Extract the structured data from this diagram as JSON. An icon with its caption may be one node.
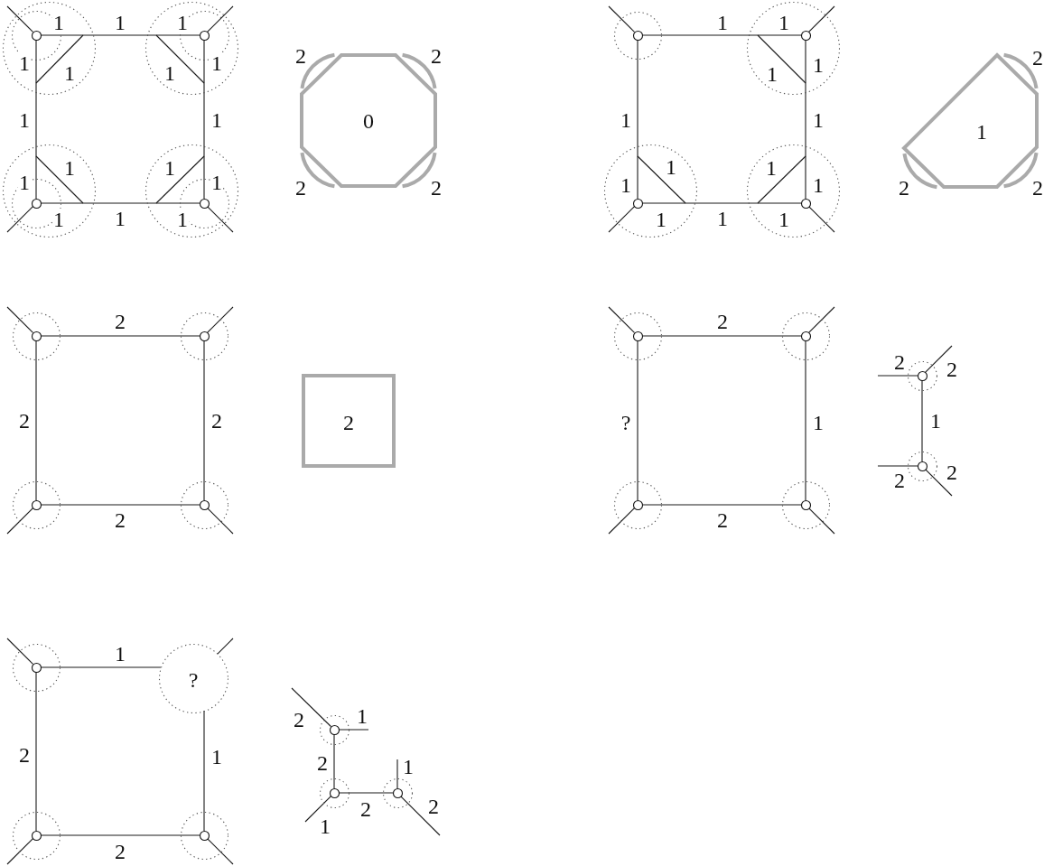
{
  "diagram": {
    "nodes": [
      {
        "text": [],
        "shape": "circle"
      },
      {
        "text": [],
        "shape": "circle",
        "in": 0
      },
      {
        "text": [],
        "shape": "circle",
        "in": 1
      },
      {
        "text": [],
        "shape": "circle"
      },
      {
        "text": [],
        "shape": "circle",
        "in": 3
      },
      {
        "text": [],
        "shape": "circle",
        "in": 4
      },
      {
        "text": [],
        "shape": "circle"
      },
      {
        "text": [],
        "shape": "circle",
        "in": 6
      },
      {
        "text": [],
        "shape": "circle",
        "in": 7
      },
      {
        "text": [],
        "shape": "circle"
      },
      {
        "text": [],
        "shape": "circle",
        "in": 9
      },
      {
        "text": [],
        "shape": "circle",
        "in": 10
      },
      {
        "text": [
          "0"
        ],
        "beside": [
          "2",
          "2",
          "2",
          "2"
        ]
      },
      {
        "text": [],
        "shape": "circle"
      },
      {
        "text": [],
        "shape": "circle",
        "in": 13
      },
      {
        "text": [],
        "shape": "circle"
      },
      {
        "text": [],
        "shape": "circle",
        "in": 15
      },
      {
        "text": [],
        "shape": "circle"
      },
      {
        "text": [],
        "shape": "circle",
        "in": 17
      },
      {
        "text": [],
        "shape": "circle"
      },
      {
        "text": [],
        "shape": "circle",
        "in": 19
      },
      {
        "text": [
          "1"
        ],
        "beside": [
          "2",
          "2",
          "2"
        ]
      },
      {
        "text": [],
        "shape": "circle"
      },
      {
        "text": [],
        "shape": "circle",
        "in": 22
      },
      {
        "text": [],
        "shape": "circle"
      },
      {
        "text": [],
        "shape": "circle",
        "in": 24
      },
      {
        "text": [],
        "shape": "circle"
      },
      {
        "text": [],
        "shape": "circle",
        "in": 26
      },
      {
        "text": [],
        "shape": "circle"
      },
      {
        "text": [],
        "shape": "circle",
        "in": 28
      },
      {
        "text": [
          "2"
        ]
      },
      {
        "text": [],
        "shape": "circle"
      },
      {
        "text": [],
        "shape": "circle",
        "in": 31
      },
      {
        "text": [],
        "shape": "circle"
      },
      {
        "text": [],
        "shape": "circle",
        "in": 33
      },
      {
        "text": [],
        "shape": "circle"
      },
      {
        "text": [],
        "shape": "circle",
        "in": 35
      },
      {
        "text": [],
        "shape": "circle"
      },
      {
        "text": [],
        "shape": "circle",
        "in": 37
      },
      {
        "text": [],
        "shape": "circle"
      },
      {
        "text": [],
        "shape": "circle",
        "in": 39
      },
      {
        "text": [],
        "shape": "circle"
      },
      {
        "text": [],
        "shape": "circle",
        "in": 41
      },
      {
        "text": [],
        "shape": "circle"
      },
      {
        "text": [],
        "shape": "circle",
        "in": 43
      },
      {
        "text": [
          "?"
        ]
      },
      {
        "text": [],
        "shape": "circle"
      },
      {
        "text": [],
        "shape": "circle",
        "in": 46
      },
      {
        "text": [],
        "shape": "circle"
      },
      {
        "text": [],
        "shape": "circle",
        "in": 48
      },
      {
        "text": [],
        "shape": "circle"
      },
      {
        "text": [],
        "shape": "circle",
        "in": 50
      },
      {
        "text": [],
        "shape": "circle"
      },
      {
        "text": [],
        "shape": "circle",
        "in": 52
      },
      {
        "text": [],
        "shape": "circle"
      },
      {
        "text": [],
        "shape": "circle",
        "in": 54
      }
    ],
    "edges": [
      {
        "from": 2,
        "to": 5,
        "arrow": "none",
        "label": "1"
      },
      {
        "from": 2,
        "to": 8,
        "arrow": "none",
        "label": "1"
      },
      {
        "from": 5,
        "to": 11,
        "arrow": "none",
        "label": "1"
      },
      {
        "from": 8,
        "to": 11,
        "arrow": "none",
        "label": "1"
      },
      {
        "from": 2,
        "to": null,
        "arrow": "none"
      },
      {
        "from": 5,
        "to": null,
        "arrow": "none"
      },
      {
        "from": 8,
        "to": null,
        "arrow": "none"
      },
      {
        "from": 11,
        "to": null,
        "arrow": "none"
      },
      {
        "from": 14,
        "to": 16,
        "arrow": "none",
        "label": "1"
      },
      {
        "from": 14,
        "to": 18,
        "arrow": "none",
        "label": "1"
      },
      {
        "from": 16,
        "to": 20,
        "arrow": "none",
        "label": "1"
      },
      {
        "from": 18,
        "to": 20,
        "arrow": "none",
        "label": "1"
      },
      {
        "from": 14,
        "to": null,
        "arrow": "none"
      },
      {
        "from": 16,
        "to": null,
        "arrow": "none"
      },
      {
        "from": 18,
        "to": null,
        "arrow": "none"
      },
      {
        "from": 20,
        "to": null,
        "arrow": "none"
      },
      {
        "from": 23,
        "to": 25,
        "arrow": "none",
        "label": "2"
      },
      {
        "from": 23,
        "to": 27,
        "arrow": "none",
        "label": "2"
      },
      {
        "from": 25,
        "to": 29,
        "arrow": "none",
        "label": "2"
      },
      {
        "from": 27,
        "to": 29,
        "arrow": "none",
        "label": "2"
      },
      {
        "from": 23,
        "to": null,
        "arrow": "none"
      },
      {
        "from": 25,
        "to": null,
        "arrow": "none"
      },
      {
        "from": 27,
        "to": null,
        "arrow": "none"
      },
      {
        "from": 29,
        "to": null,
        "arrow": "none"
      },
      {
        "from": 32,
        "to": 34,
        "arrow": "none",
        "label": "2"
      },
      {
        "from": 32,
        "to": 36,
        "arrow": "none",
        "label": "?"
      },
      {
        "from": 34,
        "to": 38,
        "arrow": "none",
        "label": "1"
      },
      {
        "from": 36,
        "to": 38,
        "arrow": "none",
        "label": "2"
      },
      {
        "from": 32,
        "to": null,
        "arrow": "none"
      },
      {
        "from": 34,
        "to": null,
        "arrow": "none"
      },
      {
        "from": 36,
        "to": null,
        "arrow": "none"
      },
      {
        "from": 38,
        "to": null,
        "arrow": "none"
      },
      {
        "from": 40,
        "to": null,
        "arrow": "none",
        "label": "2"
      },
      {
        "from": 40,
        "to": null,
        "arrow": "none",
        "label": "2"
      },
      {
        "from": 40,
        "to": 42,
        "arrow": "none",
        "label": "1"
      },
      {
        "from": 42,
        "to": null,
        "arrow": "none",
        "label": "2"
      },
      {
        "from": 42,
        "to": null,
        "arrow": "none",
        "label": "2"
      },
      {
        "from": 44,
        "to": 45,
        "arrow": "none",
        "label": "1"
      },
      {
        "from": 44,
        "to": 47,
        "arrow": "none",
        "label": "2"
      },
      {
        "from": 45,
        "to": 49,
        "arrow": "none",
        "label": "1"
      },
      {
        "from": 47,
        "to": 49,
        "arrow": "none",
        "label": "2"
      },
      {
        "from": 44,
        "to": null,
        "arrow": "none"
      },
      {
        "from": 45,
        "to": null,
        "arrow": "none"
      },
      {
        "from": 47,
        "to": null,
        "arrow": "none"
      },
      {
        "from": 49,
        "to": null,
        "arrow": "none"
      },
      {
        "from": 51,
        "to": null,
        "arrow": "none",
        "label": "2"
      },
      {
        "from": 51,
        "to": null,
        "arrow": "none",
        "label": "1"
      },
      {
        "from": 51,
        "to": 53,
        "arrow": "none",
        "label": "2"
      },
      {
        "from": 53,
        "to": null,
        "arrow": "none",
        "label": "1"
      },
      {
        "from": 53,
        "to": 55,
        "arrow": "none",
        "label": "2"
      },
      {
        "from": 55,
        "to": null,
        "arrow": "none",
        "label": "1"
      },
      {
        "from": 55,
        "to": null,
        "arrow": "none",
        "label": "2"
      }
    ],
    "labels": [
      "1",
      "1",
      "1",
      "1",
      "1",
      "1",
      "1",
      "1",
      "1",
      "1",
      "1",
      "1",
      "1",
      "1",
      "1",
      "1",
      "1",
      "1",
      "1",
      "1",
      "1"
    ]
  }
}
